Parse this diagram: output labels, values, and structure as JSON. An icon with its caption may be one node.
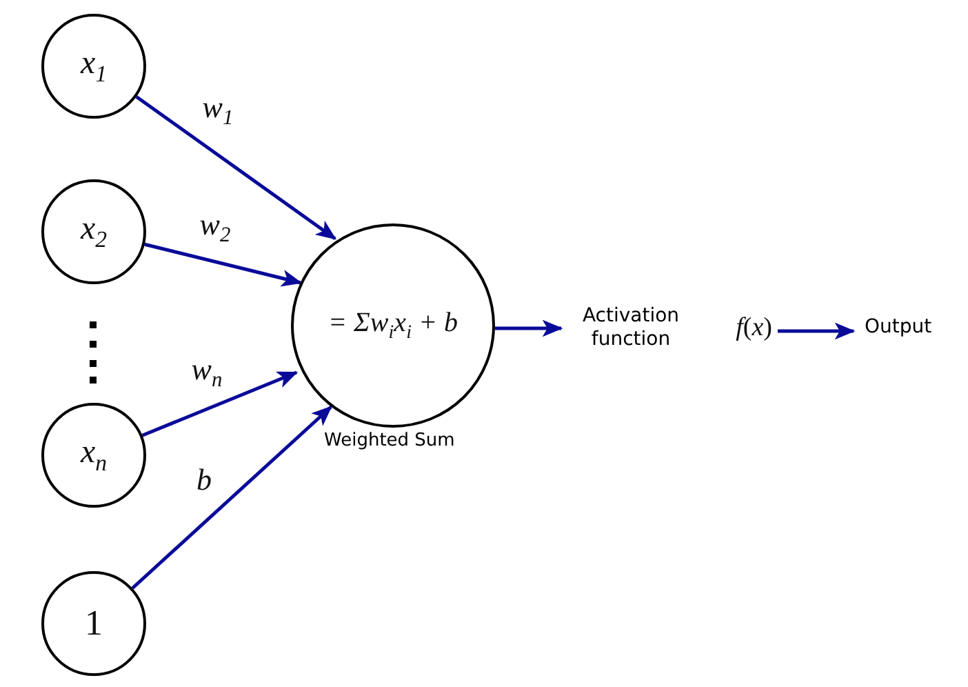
{
  "diagram": {
    "nodes": [
      {
        "text": [
          "*x*$_{1}$"
        ]
      },
      {
        "text": [
          "*x*$_{2}$"
        ]
      },
      {
        "text": [
          "*x*$_{n}$"
        ]
      },
      {
        "text": [
          "1"
        ]
      },
      {
        "text": [
          "= Σw$_{i}$x$_{i}$ + b"
        ],
        "beside": [
          "Weighted Sum"
        ]
      },
      {
        "text": [
          "Activation function",
          "*f*(*x*)"
        ]
      },
      {
        "text": [
          "Output"
        ]
      }
    ],
    "edges": [
      {
        "from": 0,
        "to": 4,
        "arrow": "to",
        "label": "*w*$_{1}$"
      },
      {
        "from": 1,
        "to": 4,
        "arrow": "to",
        "label": "*w*$_{2}$"
      },
      {
        "from": 2,
        "to": 4,
        "arrow": "to",
        "label": "*w*$_{n}$"
      },
      {
        "from": 3,
        "to": 4,
        "arrow": "to",
        "label": "*b*"
      },
      {
        "from": 4,
        "to": 5,
        "arrow": "to"
      },
      {
        "from": 5,
        "to": 6,
        "arrow": "to"
      }
    ]
  }
}
